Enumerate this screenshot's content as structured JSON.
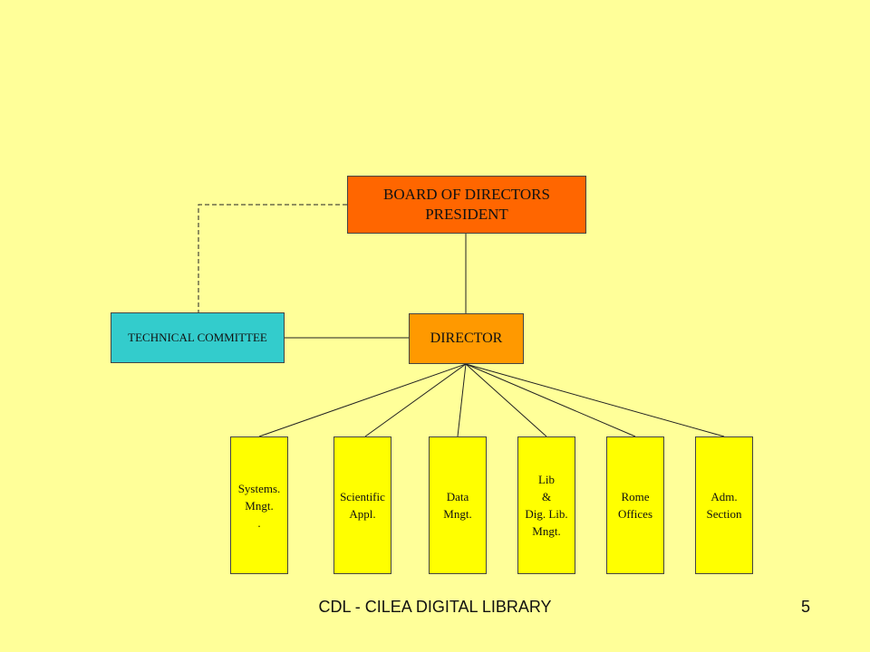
{
  "diagram": {
    "board": {
      "line1": "BOARD OF DIRECTORS",
      "line2": "PRESIDENT",
      "color": "#ff6600"
    },
    "director": {
      "label": "DIRECTOR",
      "color": "#ff9900"
    },
    "technical_committee": {
      "label": "TECHNICAL COMMITTEE",
      "color": "#33cccc"
    },
    "departments": [
      {
        "lines": [
          "Systems.",
          "Mngt.",
          "."
        ]
      },
      {
        "lines": [
          "Scientific",
          "Appl."
        ]
      },
      {
        "lines": [
          "Data",
          "Mngt."
        ]
      },
      {
        "lines": [
          "Lib",
          "&",
          "Dig. Lib.",
          "Mngt."
        ]
      },
      {
        "lines": [
          "Rome",
          "Offices"
        ]
      },
      {
        "lines": [
          "Adm.",
          "Section"
        ]
      }
    ],
    "department_color": "#ffff00",
    "background": "#ffff99"
  },
  "footer": {
    "title": "CDL - CILEA DIGITAL LIBRARY",
    "page_number": "5"
  }
}
